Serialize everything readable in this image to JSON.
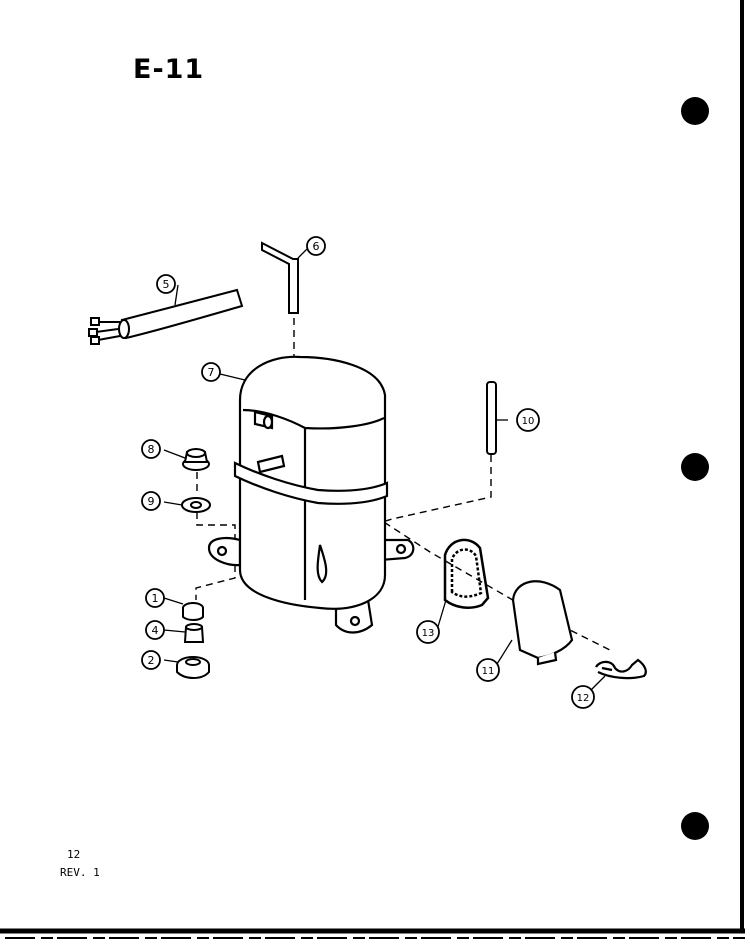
{
  "page": {
    "title": "E-11",
    "page_number": "12",
    "revision": "REV. 1"
  },
  "callouts": {
    "c1": "1",
    "c2": "2",
    "c4": "4",
    "c5": "5",
    "c6": "6",
    "c7": "7",
    "c8": "8",
    "c9": "9",
    "c10": "10",
    "c11": "11",
    "c12": "12",
    "c13": "13"
  }
}
